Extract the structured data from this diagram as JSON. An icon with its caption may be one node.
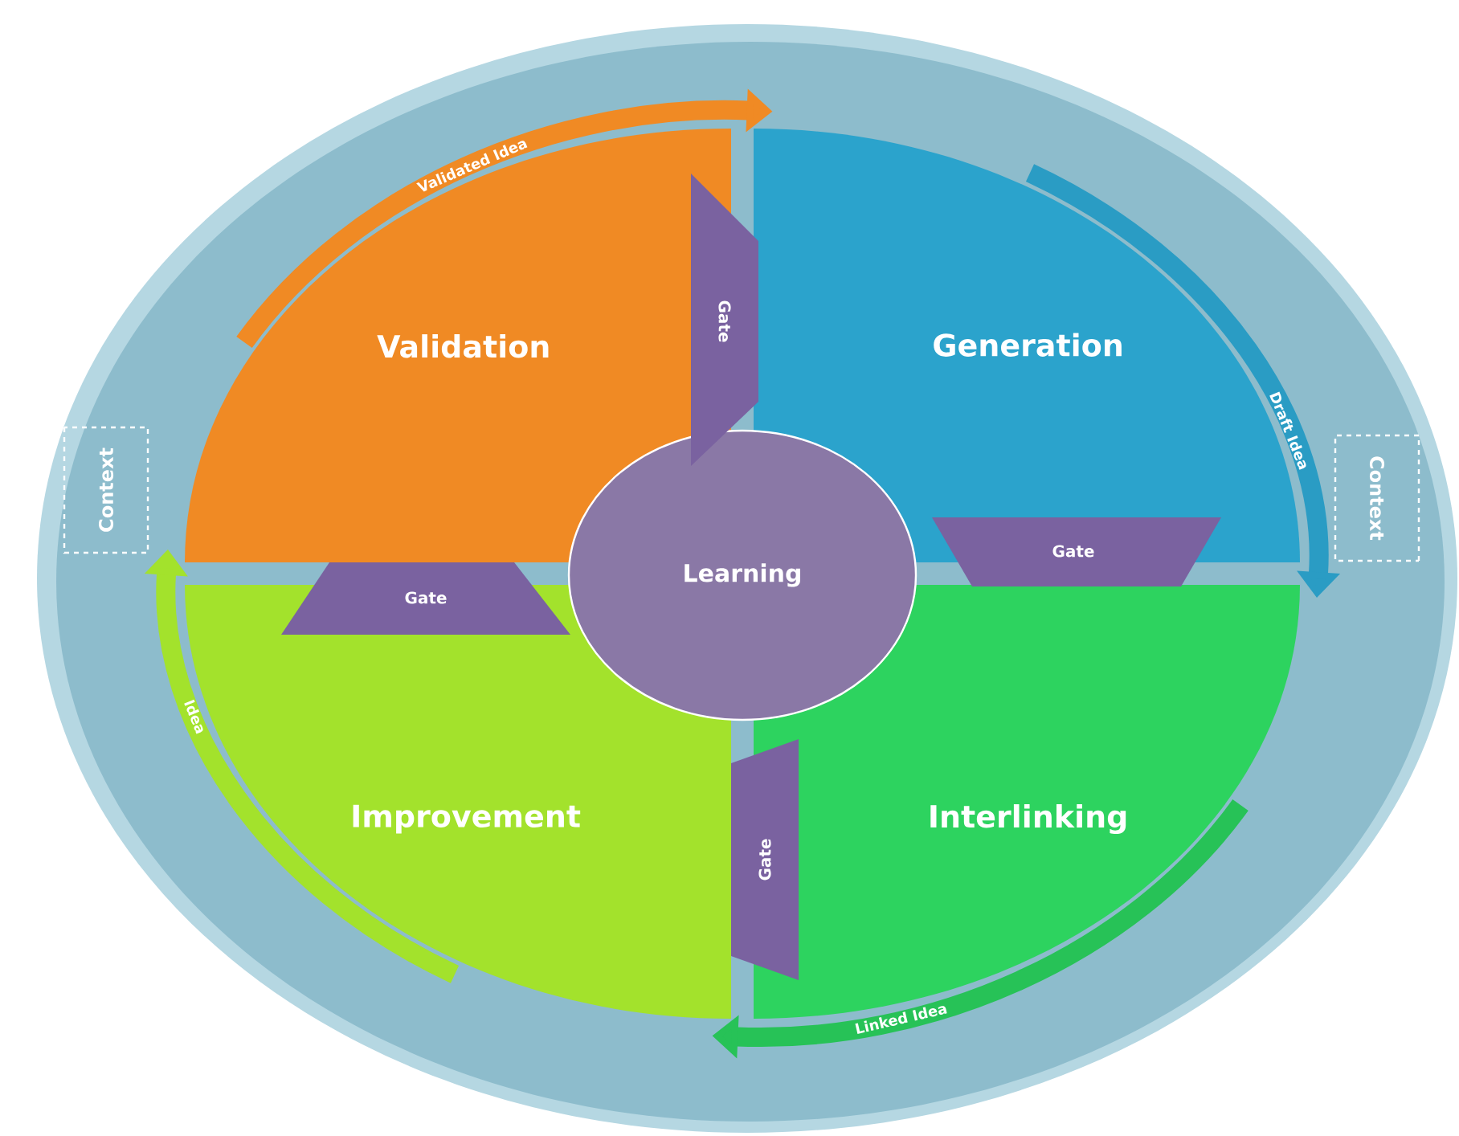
{
  "diagram": {
    "nodes": [
      {
        "text": [
          "Validation"
        ]
      },
      {
        "text": [
          "Gate"
        ]
      },
      {
        "text": [
          "Generation"
        ]
      },
      {
        "text": [
          "Context"
        ]
      },
      {
        "text": [
          "Learning"
        ]
      },
      {
        "text": [
          "Gate"
        ]
      },
      {
        "text": [
          "Gate"
        ]
      },
      {
        "text": [
          "Context"
        ]
      },
      {
        "text": [
          "Improvement"
        ]
      },
      {
        "text": [
          "Gate"
        ]
      },
      {
        "text": [
          "Interlinking"
        ]
      }
    ],
    "edges": [
      {
        "from": 0,
        "to": 2,
        "arrow": "to",
        "label": "Validated Idea",
        "color": "#f08a24"
      },
      {
        "from": 2,
        "to": 10,
        "arrow": "to",
        "label": "Draft Idea",
        "color": "#2a9cc4"
      },
      {
        "from": 10,
        "to": 8,
        "arrow": "to",
        "label": "Linked Idea",
        "color": "#27c257"
      },
      {
        "from": 8,
        "to": 0,
        "arrow": "to",
        "label": "Idea",
        "color": "#a3e22c"
      }
    ]
  }
}
